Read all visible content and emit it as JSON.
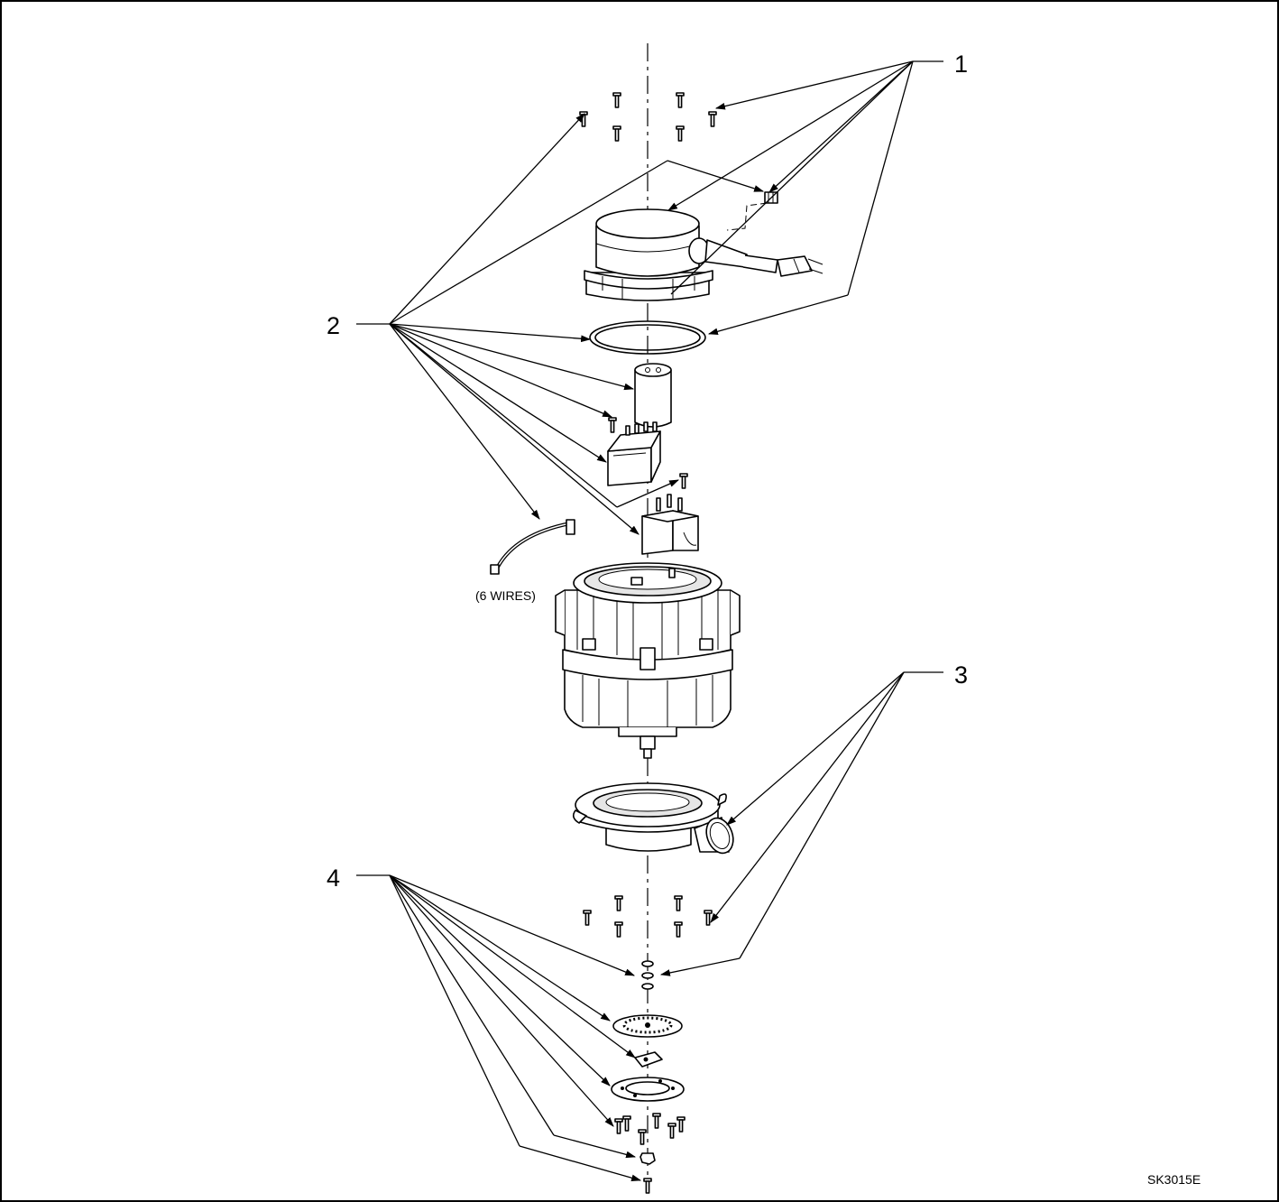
{
  "diagram": {
    "callouts": [
      "1",
      "2",
      "3",
      "4"
    ],
    "wires_note": "(6 WIRES)",
    "drawing_number": "SK3015E"
  },
  "colors": {
    "line": "#000000",
    "background": "#ffffff",
    "shade": "#e6e6e6"
  }
}
